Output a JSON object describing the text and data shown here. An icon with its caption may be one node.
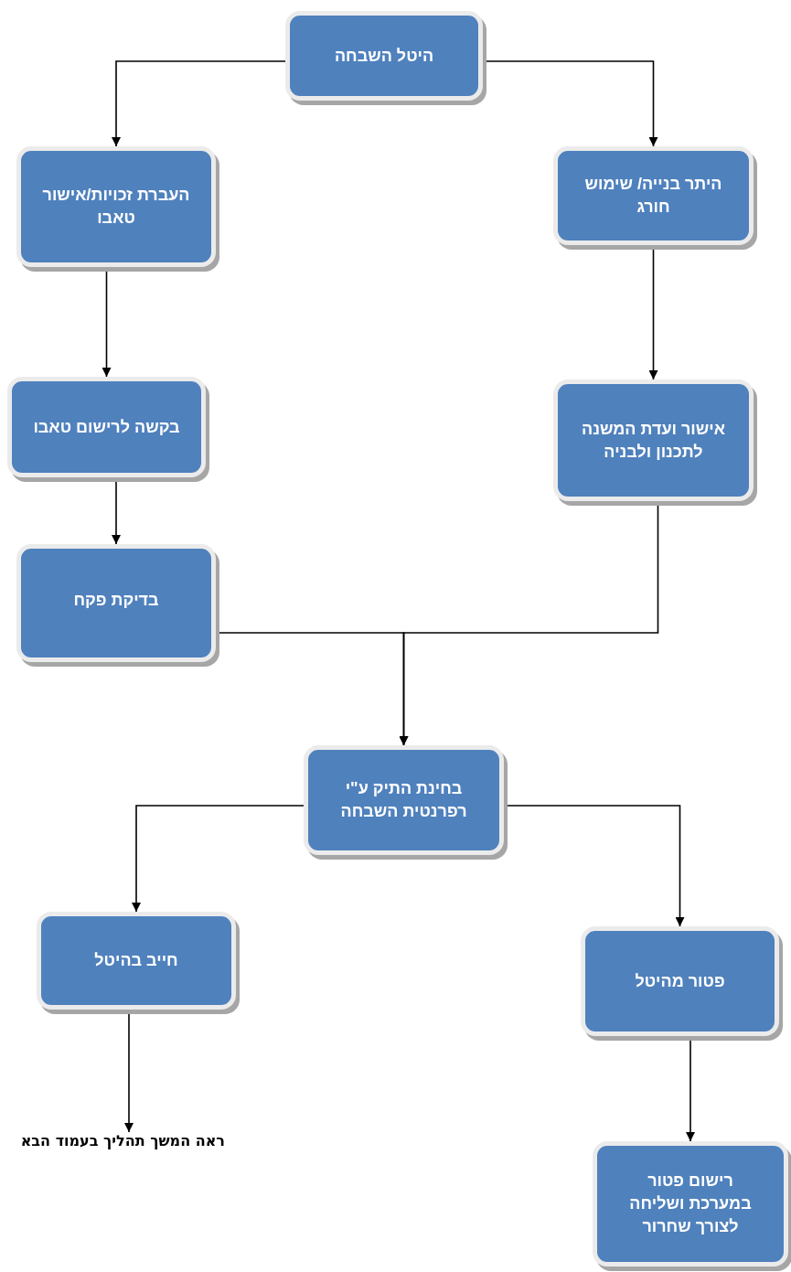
{
  "diagram": {
    "nodes": [
      {
        "text": [
          "היטל השבחה"
        ]
      },
      {
        "text": [
          "העברת זכויות/אישור טאבו"
        ]
      },
      {
        "text": [
          "היתר בנייה/ שימוש חורג"
        ]
      },
      {
        "text": [
          "בקשה לרישום טאבו"
        ]
      },
      {
        "text": [
          "אישור ועדת המשנה לתכנון ולבניה"
        ]
      },
      {
        "text": [
          "בדיקת פקח"
        ]
      },
      {
        "text": [
          "בחינת התיק ע\"י רפרנטית השבחה"
        ]
      },
      {
        "text": [
          "חייב בהיטל"
        ]
      },
      {
        "text": [
          "פטור מהיטל"
        ]
      },
      {
        "text": [
          "ראה המשך תהליך בעמוד הבא"
        ]
      },
      {
        "text": [
          "רישום פטור במערכת ושליחה לצורך שחרור"
        ]
      }
    ],
    "edges": [
      {
        "from": 0,
        "to": 1,
        "arrow": "to"
      },
      {
        "from": 0,
        "to": 2,
        "arrow": "to"
      },
      {
        "from": 1,
        "to": 3,
        "arrow": "to"
      },
      {
        "from": 2,
        "to": 4,
        "arrow": "to"
      },
      {
        "from": 3,
        "to": 5,
        "arrow": "to"
      },
      {
        "from": 5,
        "to": 6,
        "arrow": "to"
      },
      {
        "from": 4,
        "to": 6,
        "arrow": "to"
      },
      {
        "from": 6,
        "to": 7,
        "arrow": "to"
      },
      {
        "from": 6,
        "to": 8,
        "arrow": "to"
      },
      {
        "from": 7,
        "to": 9,
        "arrow": "to"
      },
      {
        "from": 8,
        "to": 10,
        "arrow": "to"
      }
    ]
  }
}
